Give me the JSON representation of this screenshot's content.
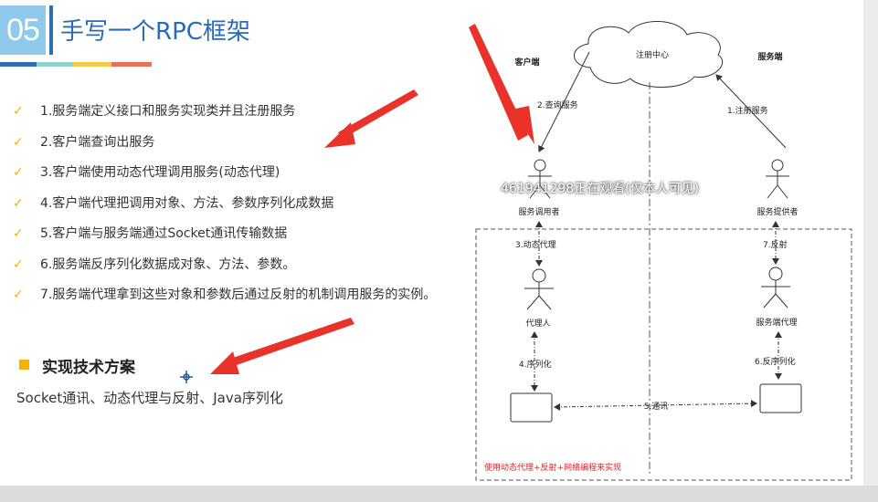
{
  "slide": {
    "number": "05",
    "title": "手写一个RPC框架",
    "title_color": "#2a6ab6",
    "accent_colors": [
      "#2d6fb5",
      "#8fd0cf",
      "#f4cb4b",
      "#e8705e"
    ]
  },
  "steps": [
    "1.服务端定义接口和服务实现类并且注册服务",
    "2.客户端查询出服务",
    "3.客户端使用动态代理调用服务(动态代理)",
    "4.客户端代理把调用对象、方法、参数序列化成数据",
    "5.客户端与服务端通过Socket通讯传输数据",
    "6.服务端反序列化数据成对象、方法、参数。",
    "7.服务端代理拿到这些对象和参数后通过反射的机制调用服务的实例。"
  ],
  "section": {
    "title": "实现技术方案",
    "description": "Socket通讯、动态代理与反射、Java序列化"
  },
  "diagram": {
    "registry": "注册中心",
    "client_side": "客户端",
    "server_side": "服务端",
    "query_service": "2.查询服务",
    "register_service": "1.注册服务",
    "service_caller": "服务调用者",
    "service_provider": "服务提供者",
    "dynamic_proxy": "3.动态代理",
    "reflection": "7.反射",
    "proxy": "代理人",
    "server_proxy": "服务端代理",
    "serialize": "4.序列化",
    "deserialize": "6.反序列化",
    "communication": "5.通讯",
    "footer_note": "使用动态代理+反射+网络编程来实现",
    "note_color": "#e0202a"
  },
  "overlay": {
    "viewer_notice": "461941298正在观看(仅本人可见)"
  }
}
